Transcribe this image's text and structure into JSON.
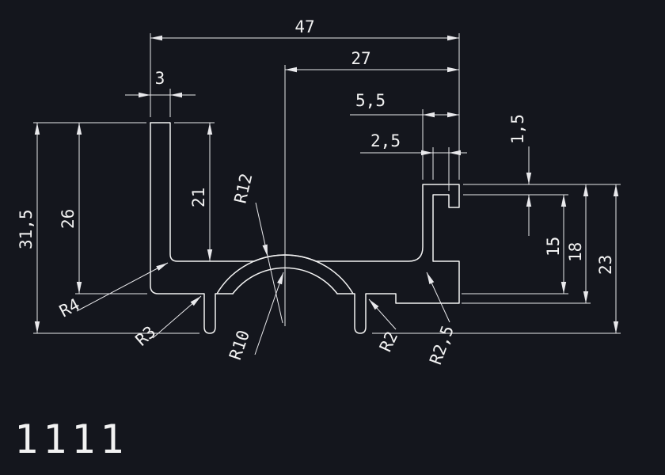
{
  "drawing": {
    "part_number": "1111",
    "colors": {
      "background": "#14161d",
      "line": "#f2f2f2"
    },
    "dimensions": {
      "overall_width": "47",
      "center_to_right_width": "27",
      "left_wall_thickness": "3",
      "lip_width": "5,5",
      "hook_width": "2,5",
      "lip_thickness": "1,5",
      "overall_height": "31,5",
      "left_wall_height": "26",
      "left_inner_height": "21",
      "channel_inner_height": "15",
      "channel_mid_height": "18",
      "channel_outer_height": "23"
    },
    "radii": {
      "dome_outer": "R12",
      "dome_inner": "R10",
      "left_base_fillet": "R4",
      "left_foot_fillet": "R3",
      "right_foot_fillet": "R2",
      "right_wall_fillet": "R2,5"
    }
  }
}
